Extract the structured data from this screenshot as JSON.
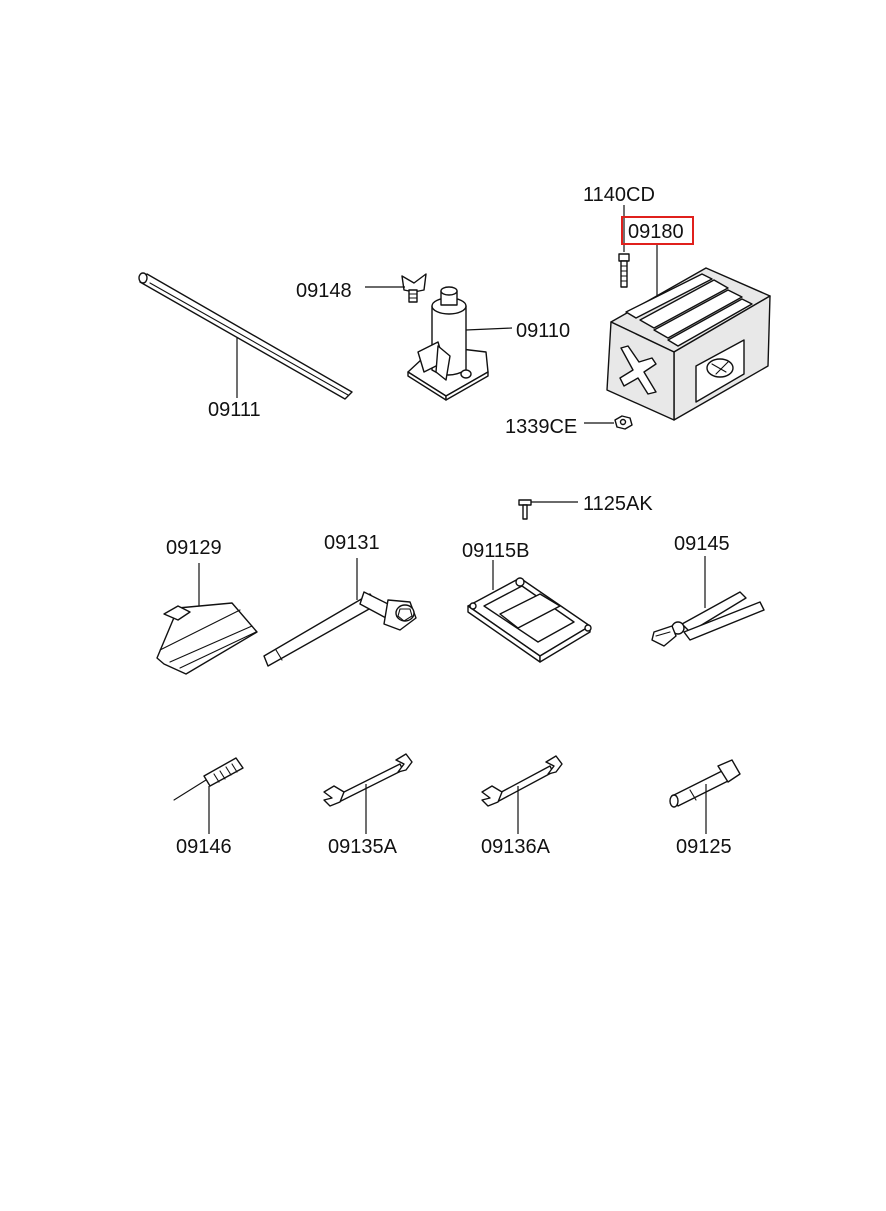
{
  "highlight_color": "#e0201c",
  "highlighted_part": "09180",
  "parts": {
    "p1140CD": "1140CD",
    "p09180": "09180",
    "p09148": "09148",
    "p09110": "09110",
    "p09111": "09111",
    "p1339CE": "1339CE",
    "p1125AK": "1125AK",
    "p09129": "09129",
    "p09131": "09131",
    "p09115B": "09115B",
    "p09145": "09145",
    "p09146": "09146",
    "p09135A": "09135A",
    "p09136A": "09136A",
    "p09125": "09125"
  }
}
